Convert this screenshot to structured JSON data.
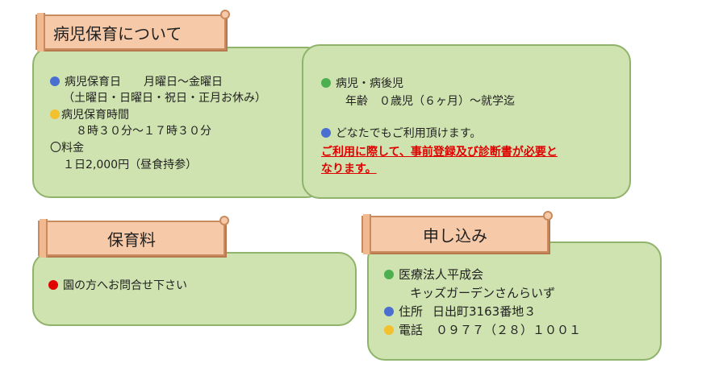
{
  "sections": {
    "about": {
      "title": "病児保育について",
      "left": {
        "day_label": "病児保育日",
        "day_value": "月曜日～金曜日",
        "day_note": "（土曜日・日曜日・祝日・正月お休み）",
        "time_label": "病児保育時間",
        "time_value": "８時３０分～１７時３０分",
        "fee_label": "〇料金",
        "fee_value": "１日2,000円（昼食持参）"
      },
      "right": {
        "target_label": "病児・病後児",
        "target_value": "年齢　０歳児（６ヶ月）～就学迄",
        "anyone": "どなたでもご利用頂けます。",
        "notice_line1": "ご利用に際して、事前登録及び診断書が必要と",
        "notice_line2": "なります。"
      }
    },
    "fee": {
      "title": "保育料",
      "item": "園の方へお問合せ下さい"
    },
    "apply": {
      "title": "申し込み",
      "org": "医療法人平成会",
      "org_name": "キッズガーデンさんらいず",
      "address_label": "住所",
      "address_value": "日出町3163番地３",
      "phone_label": "電話",
      "phone_value": "０９７７（２８）１００１"
    }
  },
  "colors": {
    "panel_bg": "#cfe3b0",
    "panel_border": "#8fb36b",
    "banner_bg": "#f6c9a8",
    "banner_border": "#c98a5e",
    "bullet_blue": "#4a6fd0",
    "bullet_yellow": "#f3c02e",
    "bullet_green": "#4caf50",
    "bullet_red": "#e00000",
    "notice_red": "#e00000"
  }
}
